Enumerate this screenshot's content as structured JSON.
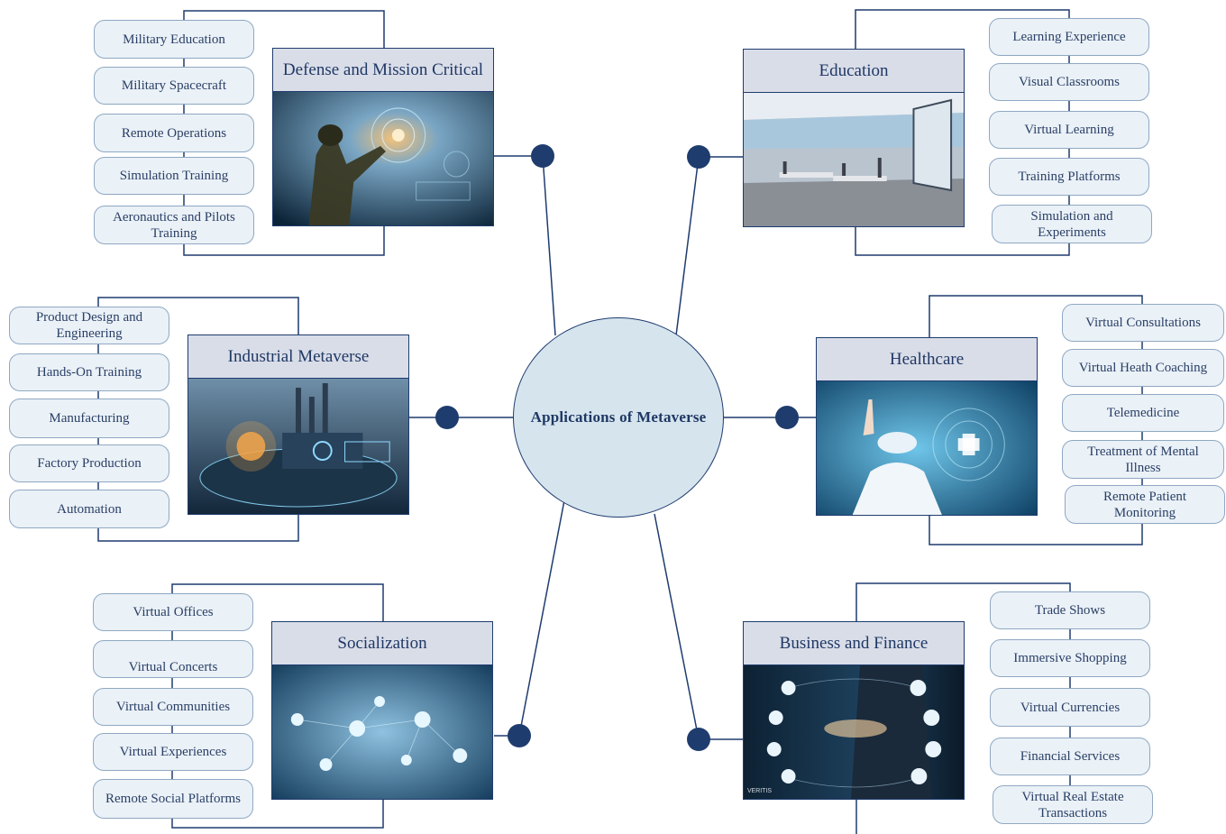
{
  "center": {
    "label": "Applications of Metaverse"
  },
  "branches": {
    "defense": {
      "title": "Defense and Mission Critical",
      "items": [
        "Military Education",
        "Military Spacecraft",
        "Remote Operations",
        "Simulation Training",
        "Aeronautics and Pilots Training"
      ]
    },
    "education": {
      "title": "Education",
      "items": [
        "Learning Experience",
        "Visual Classrooms",
        "Virtual Learning",
        "Training Platforms",
        "Simulation and Experiments"
      ]
    },
    "industrial": {
      "title": "Industrial Metaverse",
      "items": [
        "Product Design and Engineering",
        "Hands-On Training",
        "Manufacturing",
        "Factory Production",
        "Automation"
      ]
    },
    "healthcare": {
      "title": "Healthcare",
      "items": [
        "Virtual Consultations",
        "Virtual Heath Coaching",
        "Telemedicine",
        "Treatment of Mental Illness",
        "Remote Patient Monitoring"
      ]
    },
    "socialization": {
      "title": "Socialization",
      "items": [
        "Virtual Offices",
        "Virtual Concerts",
        "Virtual Communities",
        "Virtual Experiences",
        "Remote Social Platforms"
      ]
    },
    "business": {
      "title": "Business and Finance",
      "items": [
        "Trade Shows",
        "Immersive Shopping",
        "Virtual Currencies",
        "Financial Services",
        "Virtual Real Estate Transactions"
      ],
      "image_watermark": "VERITIS"
    }
  },
  "colors": {
    "connector": "#1f3c6e",
    "center_fill": "#d6e4ee",
    "pill_fill": "#eaf1f7",
    "title_fill": "#d9dde8"
  }
}
